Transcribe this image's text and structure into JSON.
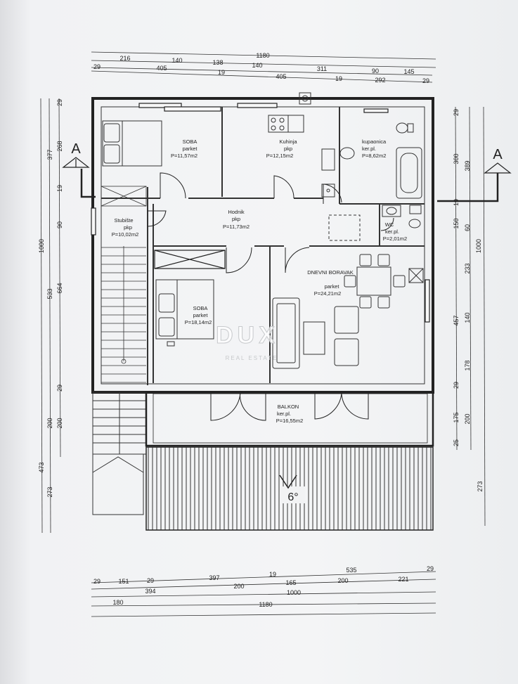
{
  "watermark": {
    "brand": "DUX",
    "tagline": "REAL ESTATE"
  },
  "section_mark": "A",
  "roof": {
    "slope_label": "6°"
  },
  "rooms": [
    {
      "name": "SOBA",
      "floor": "parket",
      "area": "P=11,57m2"
    },
    {
      "name": "Kuhinja",
      "floor": "pkp",
      "area": "P=12,15m2"
    },
    {
      "name": "kupaonica",
      "floor": "ker.pl.",
      "area": "P=8,62m2"
    },
    {
      "name": "Stubište",
      "floor": "pkp",
      "area": "P=10,02m2"
    },
    {
      "name": "Hodnik",
      "floor": "pkp",
      "area": "P=11,73m2"
    },
    {
      "name": "WC",
      "floor": "ker.pl.",
      "area": "P=2,01m2"
    },
    {
      "name": "DNEVNI BORAVAK",
      "floor": "parket",
      "area": "P=24,21m2"
    },
    {
      "name": "SOBA",
      "floor": "parket",
      "area": "P=18,14m2"
    },
    {
      "name": "BALKON",
      "floor": "ker.pl.",
      "area": "P=16,55m2"
    }
  ],
  "dimensions": {
    "top_row1": [
      "1180"
    ],
    "top_row2": [
      "216",
      "140",
      "138",
      "140",
      "311",
      "90",
      "145"
    ],
    "top_row3": [
      "29",
      "405",
      "19",
      "405",
      "19",
      "292",
      "29"
    ],
    "bottom_row1": [
      "29",
      "151",
      "29",
      "397",
      "19",
      "535",
      "29"
    ],
    "bottom_row2": [
      "394",
      "200",
      "165",
      "200",
      "221"
    ],
    "bottom_row3": [
      "180",
      "1000"
    ],
    "bottom_row4": [
      "1180"
    ],
    "left_outer": [
      "1000",
      "473"
    ],
    "left_mid": [
      "377",
      "533",
      "273"
    ],
    "left_inner": [
      "29",
      "268",
      "19",
      "90",
      "664",
      "29",
      "200",
      "200"
    ],
    "right_inner": [
      "29",
      "300",
      "19",
      "150",
      "60",
      "233",
      "140",
      "178",
      "29",
      "175",
      "25"
    ],
    "right_mid": [
      "389",
      "457",
      "200"
    ],
    "right_outer": [
      "1000",
      "273"
    ]
  }
}
